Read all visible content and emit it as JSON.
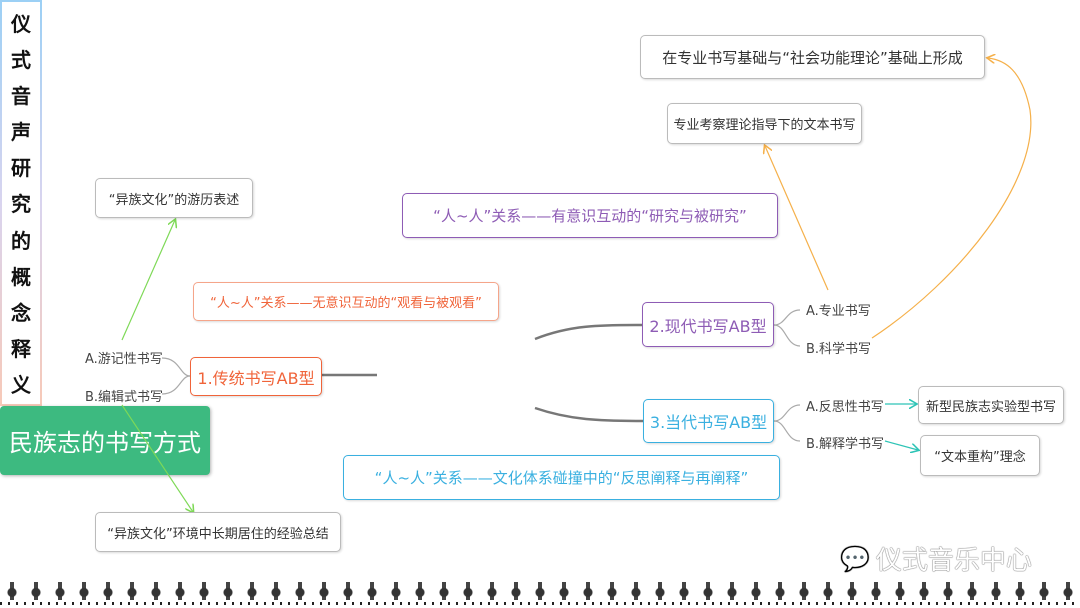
{
  "title": "仪式音声研究的概念释义",
  "title_chars": [
    "仪",
    "式",
    "音",
    "声",
    "研",
    "究",
    "的",
    "概",
    "念",
    "释",
    "义"
  ],
  "center": "民族志的书写方式",
  "branches": {
    "traditional": {
      "label": "1.传统书写AB型",
      "color": "#f0643a",
      "relation": "“人~人”关系——无意识互动的“观看与被观看”",
      "a": "A.游记性书写",
      "b": "B.编辑式书写",
      "a_note": "“异族文化”的游历表述",
      "b_note": "“异族文化”环境中长期居住的经验总结"
    },
    "modern": {
      "label": "2.现代书写AB型",
      "color": "#8e5cb5",
      "relation": "“人~人”关系——有意识互动的“研究与被研究”",
      "a": "A.专业书写",
      "b": "B.科学书写",
      "a_note": "专业考察理论指导下的文本书写",
      "b_note": "在专业书写基础与“社会功能理论”基础上形成"
    },
    "contemporary": {
      "label": "3.当代书写AB型",
      "color": "#3ab0e0",
      "relation": "“人~人”关系——文化体系碰撞中的“反思阐释与再阐释”",
      "a": "A.反思性书写",
      "b": "B.解释学书写",
      "a_note": "新型民族志实验型书写",
      "b_note": "“文本重构”理念"
    }
  },
  "watermark": "仪式音乐中心"
}
